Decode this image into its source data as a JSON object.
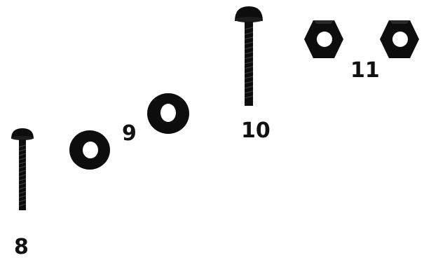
{
  "labels": {
    "screw_8": "8",
    "washers_9": "9",
    "screw_10": "10",
    "nuts_11": "11"
  },
  "colors": {
    "hardware": "#0d0d0d",
    "thread_highlight": "#3a3a3a",
    "label": "#111111"
  }
}
